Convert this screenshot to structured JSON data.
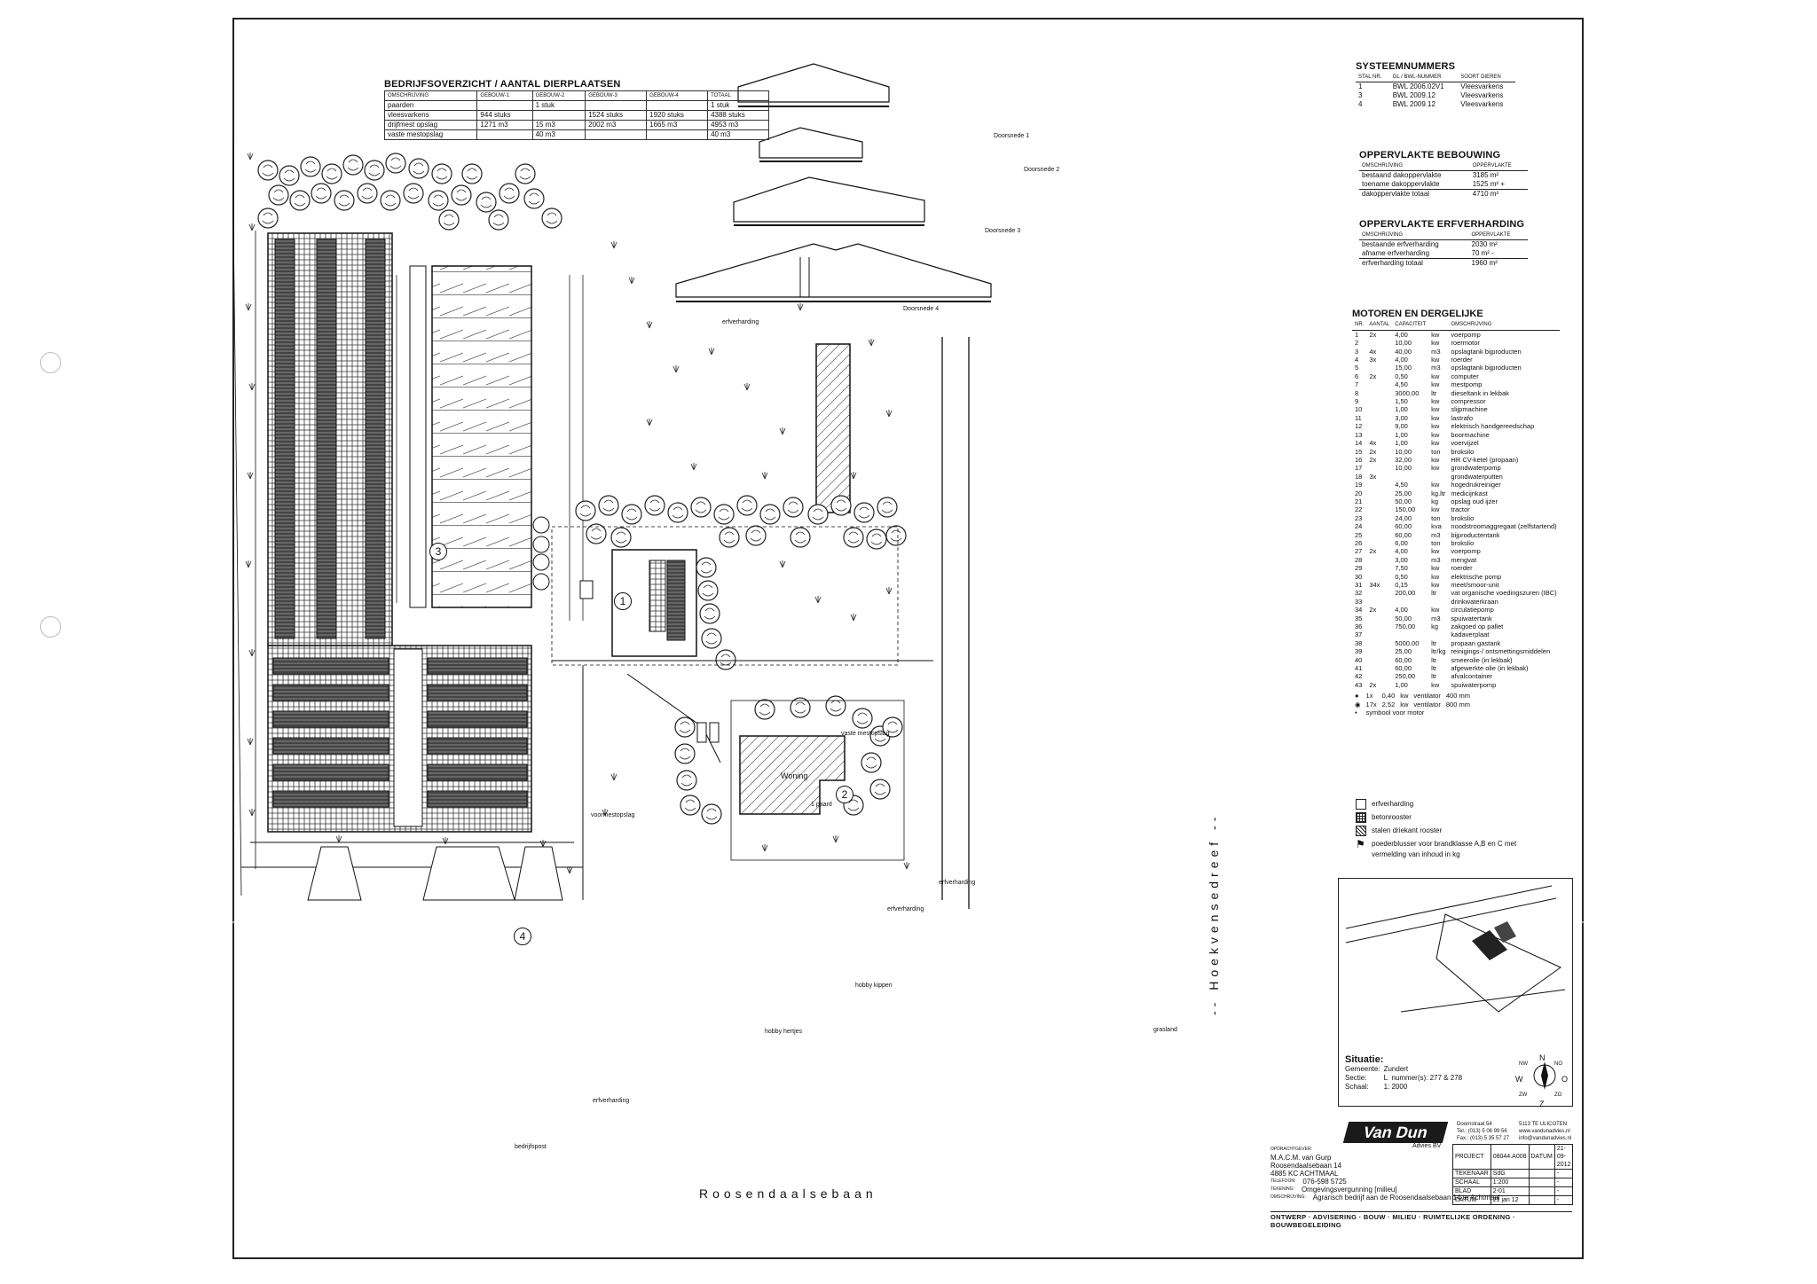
{
  "bedrijf": {
    "title": "BEDRIJFSOVERZICHT / AANTAL DIERPLAATSEN",
    "headers": [
      "OMSCHRIJVING",
      "GEBOUW-1",
      "GEBOUW-2",
      "GEBOUW-3",
      "GEBOUW-4",
      "TOTAAL"
    ],
    "rows": [
      [
        "paarden",
        "",
        "1 stuk",
        "",
        "",
        "1 stuk"
      ],
      [
        "vleesvarkens",
        "944 stuks",
        "",
        "1524 stuks",
        "1920 stuks",
        "4388 stuks"
      ],
      [
        "drijfmest opslag",
        "1271 m3",
        "15 m3",
        "2002 m3",
        "1665 m3",
        "4953 m3"
      ],
      [
        "vaste mestopslag",
        "",
        "40 m3",
        "",
        "",
        "40 m3"
      ]
    ]
  },
  "systeem": {
    "title": "SYSTEEMNUMMERS",
    "headers": [
      "STAL NR.",
      "GL / BWL-NUMMER",
      "SOORT DIEREN"
    ],
    "rows": [
      [
        "1",
        "BWL 2006.02V1",
        "Vleesvarkens"
      ],
      [
        "3",
        "BWL 2009.12",
        "Vleesvarkens"
      ],
      [
        "4",
        "BWL 2009.12",
        "Vleesvarkens"
      ]
    ]
  },
  "bebouwing": {
    "title": "OPPERVLAKTE BEBOUWING",
    "headers": [
      "OMSCHRIJVING",
      "OPPERVLAKTE"
    ],
    "rows": [
      [
        "bestaand dakoppervlakte",
        "3185 m²"
      ],
      [
        "toename dakoppervlakte",
        "1525 m² +"
      ]
    ],
    "total": [
      "dakoppervlakte totaal",
      "4710 m²"
    ]
  },
  "erfverharding": {
    "title": "OPPERVLAKTE ERFVERHARDING",
    "headers": [
      "OMSCHRIJVING",
      "OPPERVLAKTE"
    ],
    "rows": [
      [
        "bestaande erfverharding",
        "2030 m²"
      ],
      [
        "afname erfverharding",
        "70 m² -"
      ]
    ],
    "total": [
      "erfverharding totaal",
      "1960 m²"
    ]
  },
  "motoren": {
    "title": "MOTOREN EN DERGELIJKE",
    "headers": [
      "NR.",
      "AANTAL",
      "CAPACITEIT",
      "",
      "OMSCHRIJVING"
    ],
    "rows": [
      [
        "1",
        "2x",
        "4,00",
        "kw",
        "voerpomp"
      ],
      [
        "2",
        "",
        "10,00",
        "kw",
        "roermotor"
      ],
      [
        "3",
        "4x",
        "40,00",
        "m3",
        "opslagtank bijproducten"
      ],
      [
        "4",
        "3x",
        "4,00",
        "kw",
        "roerder"
      ],
      [
        "5",
        "",
        "15,00",
        "m3",
        "opslagtank bijproducten"
      ],
      [
        "6",
        "2x",
        "0,50",
        "kw",
        "computer"
      ],
      [
        "7",
        "",
        "4,50",
        "kw",
        "mestpomp"
      ],
      [
        "8",
        "",
        "3000,00",
        "ltr",
        "dieseltank in lekbak"
      ],
      [
        "9",
        "",
        "1,50",
        "kw",
        "compressor"
      ],
      [
        "10",
        "",
        "1,00",
        "kw",
        "slijpmachine"
      ],
      [
        "11",
        "",
        "3,00",
        "kw",
        "lastrafo"
      ],
      [
        "12",
        "",
        "9,00",
        "kw",
        "elektrisch handgereedschap"
      ],
      [
        "13",
        "",
        "1,00",
        "kw",
        "boormachine"
      ],
      [
        "14",
        "4x",
        "1,00",
        "kw",
        "voervijzel"
      ],
      [
        "15",
        "2x",
        "10,00",
        "ton",
        "broksilo"
      ],
      [
        "16",
        "2x",
        "32,00",
        "kw",
        "HR CV-ketel (propaan)"
      ],
      [
        "17",
        "",
        "10,00",
        "kw",
        "grondwaterpomp"
      ],
      [
        "18",
        "3x",
        "",
        "",
        "grondwaterputten"
      ],
      [
        "19",
        "",
        "4,50",
        "kw",
        "hogedrukreiniger"
      ],
      [
        "20",
        "",
        "25,00",
        "kg.ltr",
        "medicijnkast"
      ],
      [
        "21",
        "",
        "50,00",
        "kg",
        "opslag oud ijzer"
      ],
      [
        "22",
        "",
        "150,00",
        "kw",
        "tractor"
      ],
      [
        "23",
        "",
        "24,00",
        "ton",
        "brokslio"
      ],
      [
        "24",
        "",
        "60,00",
        "kva",
        "noodstroomaggregaat (zelfstartend)"
      ],
      [
        "25",
        "",
        "60,00",
        "m3",
        "bijproductentank"
      ],
      [
        "26",
        "",
        "6,00",
        "ton",
        "brokslio"
      ],
      [
        "27",
        "2x",
        "4,00",
        "kw",
        "voerpomp"
      ],
      [
        "28",
        "",
        "3,00",
        "m3",
        "mengvat"
      ],
      [
        "29",
        "",
        "7,50",
        "kw",
        "roerder"
      ],
      [
        "30",
        "",
        "0,50",
        "kw",
        "elektrische pomp"
      ],
      [
        "31",
        "34x",
        "0,15",
        "kw",
        "meet/smoor-unit"
      ],
      [
        "32",
        "",
        "200,00",
        "ltr",
        "vat organische voedingszuren (IBC)"
      ],
      [
        "33",
        "",
        "",
        "",
        "drinkwaterkraan"
      ],
      [
        "34",
        "2x",
        "4,00",
        "kw",
        "circulatiepomp"
      ],
      [
        "35",
        "",
        "50,00",
        "m3",
        "spuiwatertank"
      ],
      [
        "36",
        "",
        "750,00",
        "kg",
        "zakgoed op pallet"
      ],
      [
        "37",
        "",
        "",
        "",
        "kadaverplaat"
      ],
      [
        "38",
        "",
        "5000,00",
        "ltr",
        "propaan gastank"
      ],
      [
        "39",
        "",
        "25,00",
        "ltr/kg",
        "reinigings-/ ontsmettingsmiddelen"
      ],
      [
        "40",
        "",
        "60,00",
        "ltr",
        "smeerolie (in lekbak)"
      ],
      [
        "41",
        "",
        "60,00",
        "ltr",
        "afgewerkte olie (in lekbak)"
      ],
      [
        "42",
        "",
        "250,00",
        "ltr",
        "afvalcontainer"
      ],
      [
        "43",
        "2x",
        "1,00",
        "kw",
        "spuiwaterpomp"
      ]
    ],
    "ventilators": [
      [
        "1x",
        "0,40",
        "kw",
        "ventilator",
        "400 mm"
      ],
      [
        "17x",
        "2,52",
        "kw",
        "ventilator",
        "800 mm"
      ]
    ],
    "symbool": "symbool voor motor"
  },
  "legend": {
    "erfverharding": "erfverharding",
    "betonrooster": "betonrooster",
    "stalen": "stalen driekant rooster",
    "poeder": "poederblusser voor brandklasse A,B en C met vermelding van inhoud in kg"
  },
  "doorsneden": [
    "Doorsnede 1",
    "Doorsnede 2",
    "Doorsnede 3",
    "Doorsnede 4"
  ],
  "plan": {
    "road_bottom": "Roosendaalsebaan",
    "road_right": "-- Hoekvensedreef --",
    "woning": "Woning",
    "buildings": [
      "1",
      "2",
      "3",
      "4"
    ],
    "labels": [
      "erfverharding",
      "voormestopslag",
      "hobby kippen",
      "hobby hertjes",
      "erfverharding",
      "erfverharding",
      "vaste mestopslag",
      "1 paard",
      "bedrijfspost",
      "grasland",
      "erfverharding"
    ]
  },
  "situatie": {
    "title": "Situatie:",
    "gemeente_label": "Gemeente:",
    "gemeente": "Zundert",
    "sectie_label": "Sectie:",
    "sectie": "L",
    "nummers": "nummer(s): 277 & 278",
    "schaal_label": "Schaal:",
    "schaal": "1: 2000",
    "compass": [
      "N",
      "Z",
      "W",
      "O",
      "NW",
      "NO",
      "ZW",
      "ZO"
    ]
  },
  "titleblock": {
    "logo": "Van Dun",
    "logo_sub": "Advies BV",
    "addr1": [
      "Doornstraat 54",
      "Tel.: (013) 5 06 99 56",
      "Fax.: (013) 5 35 57 27"
    ],
    "addr2": [
      "5113 TE ULICOTEN",
      "www.vandunadvies.nl",
      "info@vandunadvies.nl"
    ],
    "opdrachtgever_label": "OPDRACHTGEVER:",
    "opdrachtgever": [
      "M.A.C.M. van Gurp",
      "Roosendaalsebaan 14",
      "4885 KC ACHTMAAL"
    ],
    "telefoon_label": "TELEFOON:",
    "telefoon": "076-598 5725",
    "tekening_label": "TEKENING:",
    "tekening": "Omgevingsvergunning [milieu]",
    "omschrijving_label": "OMSCHRIJVING:",
    "omschrijving": "Agrarisch bedrijf aan de Roosendaalsebaan 14 te Achtmaal",
    "fields": [
      [
        "PROJECT",
        "08044.A008",
        "DATUM",
        "21-09-2012"
      ],
      [
        "TEKENAAR",
        "SdG",
        "",
        "-"
      ],
      [
        "SCHAAL",
        "1:200",
        "",
        "-"
      ],
      [
        "BLAD",
        "2-01",
        "",
        "-"
      ],
      [
        "DATUM",
        "21 jan 12",
        "",
        "-"
      ]
    ],
    "footer": "ONTWERP · ADVISERING · BOUW · MILIEU · RUIMTELIJKE ORDENING · BOUWBEGELEIDING"
  }
}
